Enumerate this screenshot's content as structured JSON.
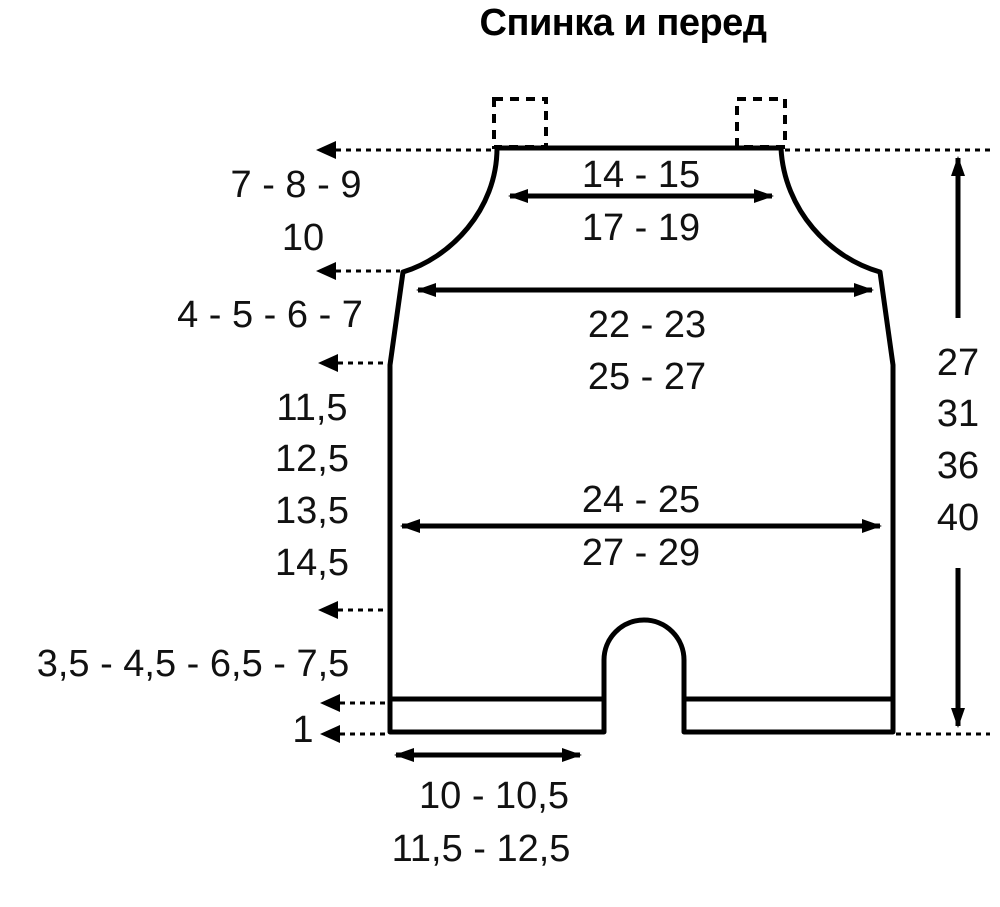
{
  "title": "Спинка и перед",
  "strap_dims": [
    "14 - 15",
    "17 - 19"
  ],
  "chest_dims": [
    "22 - 23",
    "25 - 27"
  ],
  "hip_dims": [
    "24 - 25",
    "27 - 29"
  ],
  "leg_dims": [
    "10 - 10,5",
    "11,5 - 12,5"
  ],
  "armhole_depth": [
    "7 -  8 - 9",
    "10"
  ],
  "upper_side": [
    "4 -  5 -  6 - 7"
  ],
  "side_height": [
    "11,5",
    "12,5",
    "13,5",
    "14,5"
  ],
  "crotch_height": [
    "3,5 - 4,5 - 6,5 - 7,5"
  ],
  "band": [
    "1"
  ],
  "total_height": [
    "27",
    "31",
    "36",
    "40"
  ]
}
